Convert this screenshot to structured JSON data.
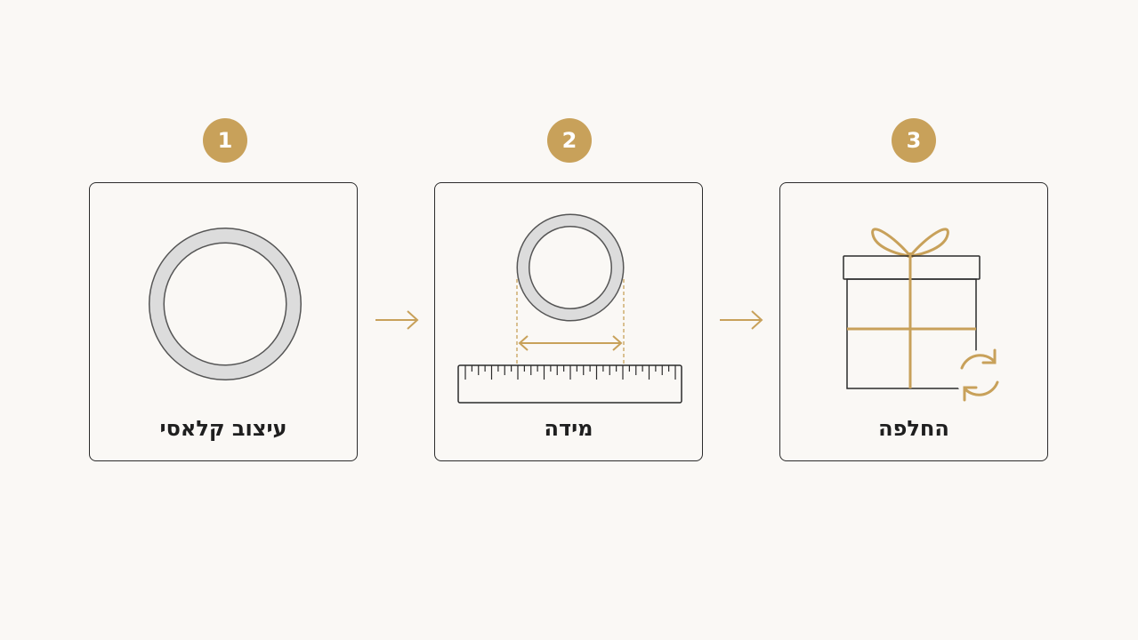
{
  "steps": [
    {
      "number": "1",
      "label": "עיצוב קלאסי",
      "icon": "ring-icon"
    },
    {
      "number": "2",
      "label": "מידה",
      "icon": "ring-size-ruler-icon"
    },
    {
      "number": "3",
      "label": "החלפה",
      "icon": "gift-exchange-icon"
    }
  ],
  "colors": {
    "accent": "#c8a15a",
    "ring_fill": "#dcdcdc",
    "ring_stroke": "#555555",
    "outline": "#2b2b2b",
    "background": "#faf8f5"
  }
}
